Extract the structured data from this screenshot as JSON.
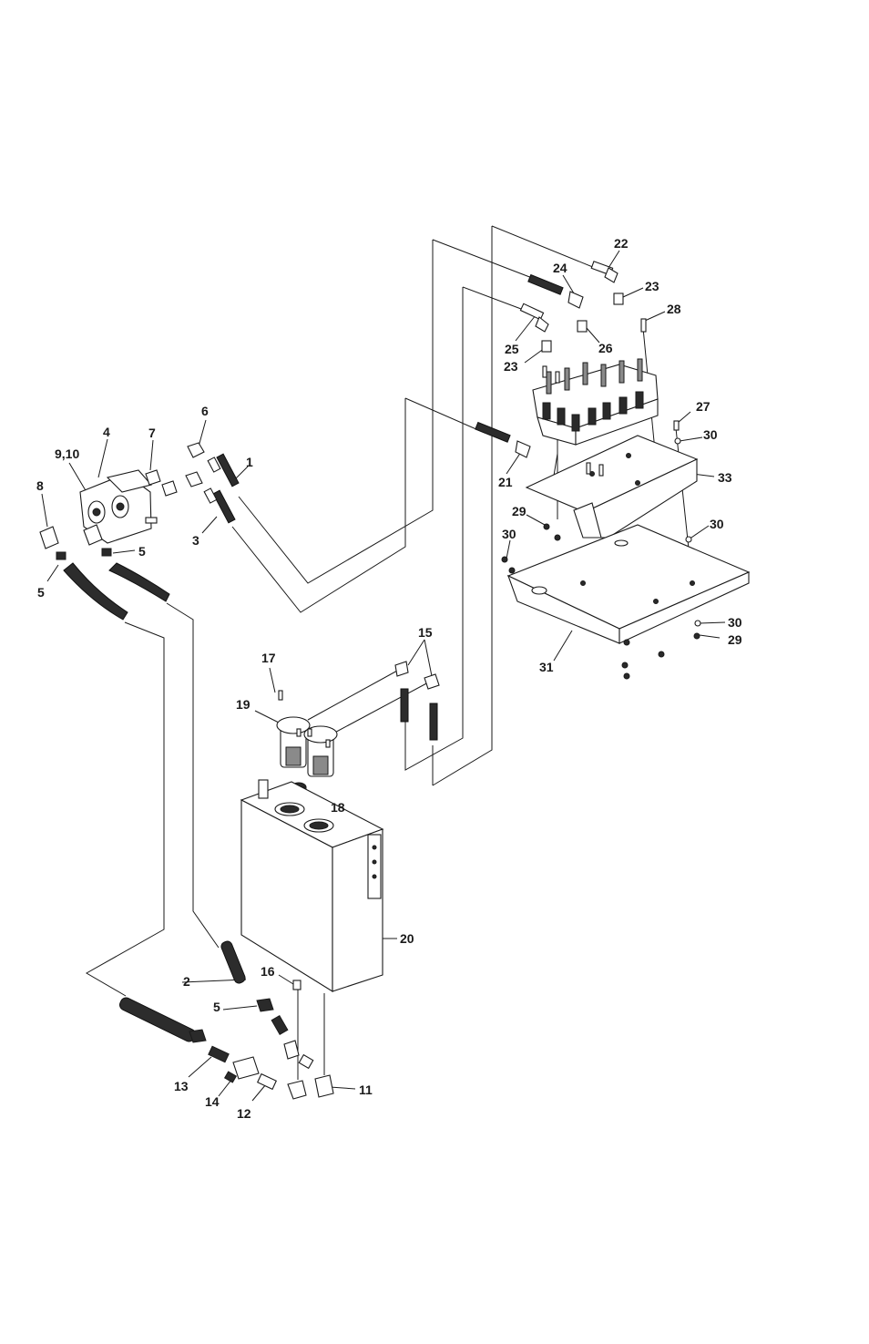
{
  "labels": {
    "l1": "1",
    "l2": "2",
    "l3": "3",
    "l4": "4",
    "l5a": "5",
    "l5b": "5",
    "l5c": "5",
    "l6": "6",
    "l7": "7",
    "l8": "8",
    "l9_10": "9,10",
    "l11": "11",
    "l12": "12",
    "l13": "13",
    "l14": "14",
    "l15": "15",
    "l16": "16",
    "l17": "17",
    "l18": "18",
    "l19": "19",
    "l20": "20",
    "l21": "21",
    "l22": "22",
    "l23a": "23",
    "l23b": "23",
    "l24": "24",
    "l25": "25",
    "l26": "26",
    "l27": "27",
    "l28": "28",
    "l29a": "29",
    "l29b": "29",
    "l30a": "30",
    "l30b": "30",
    "l30c": "30",
    "l30d": "30",
    "l31": "31",
    "l33": "33"
  },
  "colors": {
    "ink": "#1a1a1a",
    "hose": "#2c2c2c",
    "background": "#ffffff"
  }
}
